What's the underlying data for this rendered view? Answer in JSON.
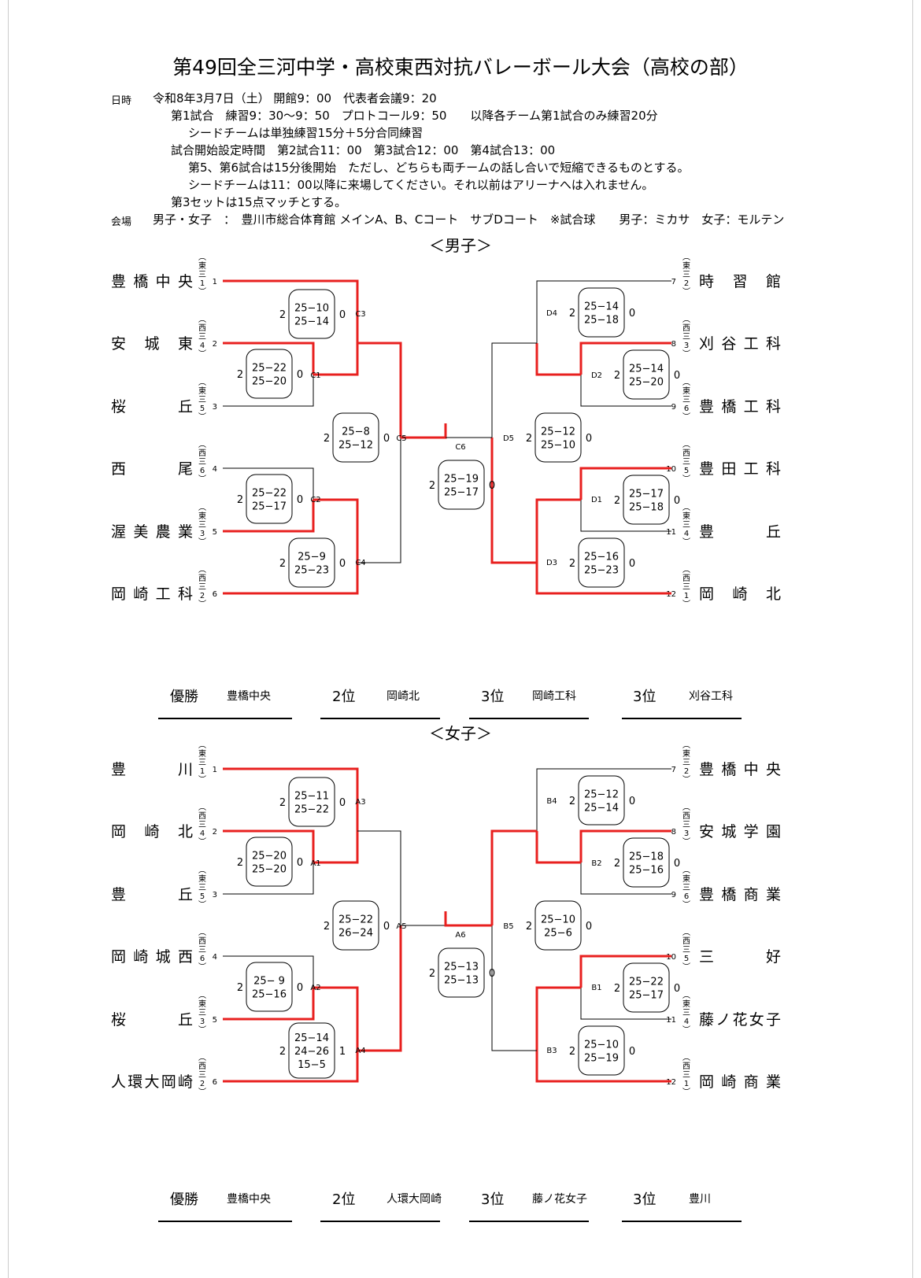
{
  "title": "第49回全三河中学・高校東西対抗バレーボール大会（高校の部）",
  "info": {
    "date_label": "日時",
    "date": "令和8年3月7日（土） 開館9：00　代表者会議9：20",
    "line2": "第1試合　練習9：30～9：50　プロトコール9：50　　以降各チーム第1試合のみ練習20分",
    "line3": "シードチームは単独練習15分＋5分合同練習",
    "line4": "試合開始設定時間　第2試合11：00　第3試合12：00　第4試合13：00",
    "line5": "第5、第6試合は15分後開始　ただし、どちらも両チームの話し合いで短縮できるものとする。",
    "line6": "シードチームは11：00以降に来場してください。それ以前はアリーナへは入れません。",
    "line7": "第3セットは15点マッチとする。",
    "venue_label": "会場",
    "venue": "男子・女子　：　豊川市総合体育館 メインA、B、Cコート　サブDコート　※試合球　　男子：ミカサ　女子：モルテン"
  },
  "boys": {
    "heading": "＜男子＞",
    "left_teams": [
      {
        "name": "豊橋中央",
        "seed": "東三1",
        "num": "1"
      },
      {
        "name": "安城東",
        "seed": "西三4",
        "num": "2"
      },
      {
        "name": "桜丘",
        "seed": "東三5",
        "num": "3"
      },
      {
        "name": "西尾",
        "seed": "西三6",
        "num": "4"
      },
      {
        "name": "渥美農業",
        "seed": "東三3",
        "num": "5"
      },
      {
        "name": "岡崎工科",
        "seed": "西三2",
        "num": "6"
      }
    ],
    "right_teams": [
      {
        "name": "時習館",
        "seed": "東三2",
        "num": "7"
      },
      {
        "name": "刈谷工科",
        "seed": "西三3",
        "num": "8"
      },
      {
        "name": "豊橋工科",
        "seed": "東三6",
        "num": "9"
      },
      {
        "name": "豊田工科",
        "seed": "西三5",
        "num": "10"
      },
      {
        "name": "豊丘",
        "seed": "東三4",
        "num": "11"
      },
      {
        "name": "岡崎北",
        "seed": "西三1",
        "num": "12"
      }
    ],
    "matches": {
      "C1": {
        "code": "C1",
        "a": "2",
        "b": "0",
        "sets": [
          "25−22",
          "25−20"
        ]
      },
      "C2": {
        "code": "C2",
        "a": "2",
        "b": "0",
        "sets": [
          "25−22",
          "25−17"
        ]
      },
      "C3": {
        "code": "C3",
        "a": "2",
        "b": "0",
        "sets": [
          "25−10",
          "25−14"
        ]
      },
      "C4": {
        "code": "C4",
        "a": "2",
        "b": "0",
        "sets": [
          "25−9",
          "25−23"
        ]
      },
      "C5": {
        "code": "C5",
        "a": "2",
        "b": "0",
        "sets": [
          "25−8",
          "25−12"
        ]
      },
      "C6": {
        "code": "C6",
        "a": "2",
        "b": "0",
        "sets": [
          "25−19",
          "25−17"
        ]
      },
      "D1": {
        "code": "D1",
        "a": "2",
        "b": "0",
        "sets": [
          "25−17",
          "25−18"
        ]
      },
      "D2": {
        "code": "D2",
        "a": "2",
        "b": "0",
        "sets": [
          "25−14",
          "25−20"
        ]
      },
      "D3": {
        "code": "D3",
        "a": "2",
        "b": "0",
        "sets": [
          "25−16",
          "25−23"
        ]
      },
      "D4": {
        "code": "D4",
        "a": "2",
        "b": "0",
        "sets": [
          "25−14",
          "25−18"
        ]
      },
      "D5": {
        "code": "D5",
        "a": "2",
        "b": "0",
        "sets": [
          "25−12",
          "25−10"
        ]
      }
    },
    "results": [
      {
        "label": "優勝",
        "team": "豊橋中央"
      },
      {
        "label": "2位",
        "team": "岡崎北"
      },
      {
        "label": "3位",
        "team": "岡崎工科"
      },
      {
        "label": "3位",
        "team": "刈谷工科"
      }
    ]
  },
  "girls": {
    "heading": "＜女子＞",
    "left_teams": [
      {
        "name": "豊川",
        "seed": "東三1",
        "num": "1"
      },
      {
        "name": "岡崎北",
        "seed": "西三4",
        "num": "2"
      },
      {
        "name": "豊丘",
        "seed": "東三5",
        "num": "3"
      },
      {
        "name": "岡崎城西",
        "seed": "西三6",
        "num": "4"
      },
      {
        "name": "桜丘",
        "seed": "東三3",
        "num": "5"
      },
      {
        "name": "人環大岡崎",
        "seed": "西三2",
        "num": "6"
      }
    ],
    "right_teams": [
      {
        "name": "豊橋中央",
        "seed": "東三2",
        "num": "7"
      },
      {
        "name": "安城学園",
        "seed": "西三3",
        "num": "8"
      },
      {
        "name": "豊橋商業",
        "seed": "東三6",
        "num": "9"
      },
      {
        "name": "三好",
        "seed": "西三5",
        "num": "10"
      },
      {
        "name": "藤ノ花女子",
        "seed": "東三4",
        "num": "11"
      },
      {
        "name": "岡崎商業",
        "seed": "西三1",
        "num": "12"
      }
    ],
    "matches": {
      "C1": {
        "code": "A1",
        "a": "2",
        "b": "0",
        "sets": [
          "25−20",
          "25−20"
        ]
      },
      "C2": {
        "code": "A2",
        "a": "2",
        "b": "0",
        "sets": [
          "25− 9",
          "25−16"
        ]
      },
      "C3": {
        "code": "A3",
        "a": "2",
        "b": "0",
        "sets": [
          "25−11",
          "25−22"
        ]
      },
      "C4": {
        "code": "A4",
        "a": "2",
        "b": "1",
        "sets": [
          "25−14",
          "24−26",
          "15−5"
        ]
      },
      "C5": {
        "code": "A5",
        "a": "2",
        "b": "0",
        "sets": [
          "25−22",
          "26−24"
        ]
      },
      "C6": {
        "code": "A6",
        "a": "2",
        "b": "0",
        "sets": [
          "25−13",
          "25−13"
        ]
      },
      "D1": {
        "code": "B1",
        "a": "2",
        "b": "0",
        "sets": [
          "25−22",
          "25−17"
        ]
      },
      "D2": {
        "code": "B2",
        "a": "2",
        "b": "0",
        "sets": [
          "25−18",
          "25−16"
        ]
      },
      "D3": {
        "code": "B3",
        "a": "2",
        "b": "0",
        "sets": [
          "25−10",
          "25−19"
        ]
      },
      "D4": {
        "code": "B4",
        "a": "2",
        "b": "0",
        "sets": [
          "25−12",
          "25−14"
        ]
      },
      "D5": {
        "code": "B5",
        "a": "2",
        "b": "0",
        "sets": [
          "25−10",
          "25−6"
        ]
      }
    },
    "results": [
      {
        "label": "優勝",
        "team": "豊橋中央"
      },
      {
        "label": "2位",
        "team": "人環大岡崎"
      },
      {
        "label": "3位",
        "team": "藤ノ花女子"
      },
      {
        "label": "3位",
        "team": "豊川"
      }
    ]
  }
}
